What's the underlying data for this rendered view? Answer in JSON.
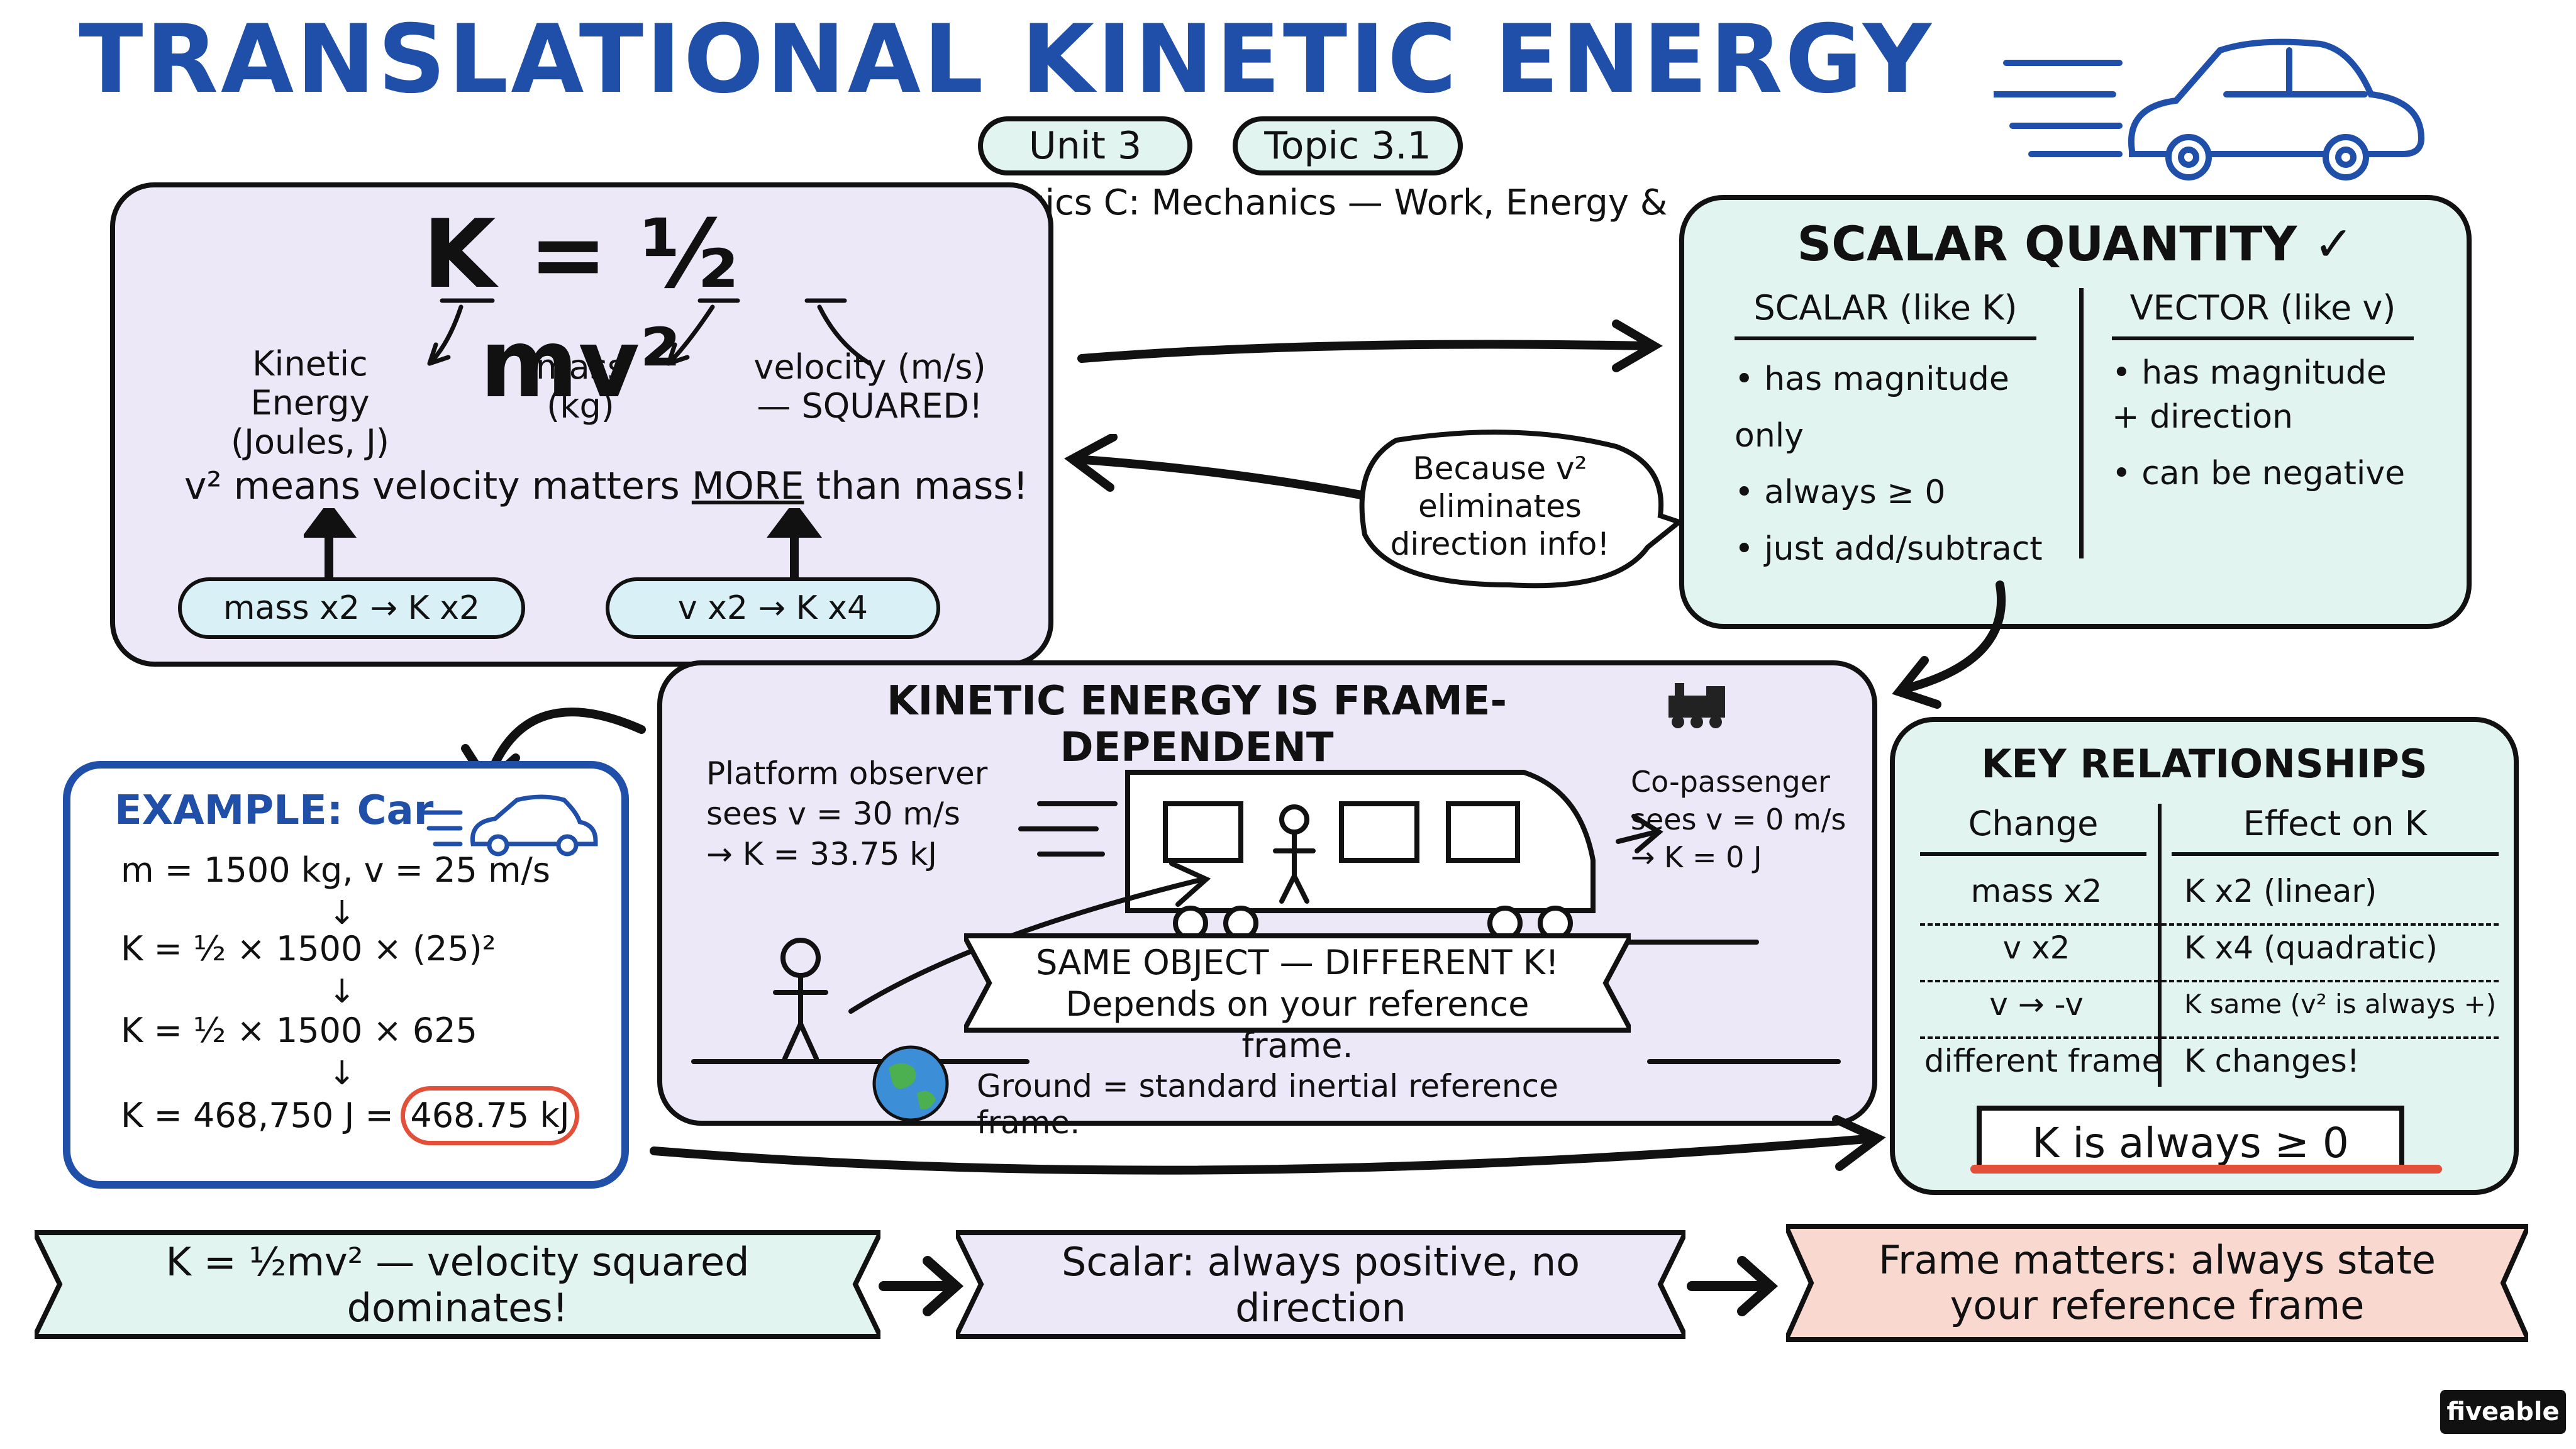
{
  "title": "TRANSLATIONAL KINETIC ENERGY",
  "unit": "Unit 3",
  "topic": "Topic 3.1",
  "subtitle": "AP Physics C: Mechanics — Work, Energy & Power",
  "formula": {
    "equation": "K = ½ mv²",
    "k_label": "Kinetic\nEnergy\n(Joules, J)",
    "m_label": "mass\n(kg)",
    "v_label": "velocity (m/s)\n— SQUARED!",
    "note_pre": "v² means velocity matters ",
    "note_em": "MORE",
    "note_post": " than mass!",
    "cloud1": "mass x2 → K x2",
    "cloud2": "v x2 → K x4"
  },
  "speech": "Because v²\neliminates\ndirection info!",
  "scalar": {
    "heading": "SCALAR QUANTITY ✓",
    "col1_title": "SCALAR (like K)",
    "col1_items": [
      "• has magnitude only",
      "• always ≥ 0",
      "• just add/subtract"
    ],
    "col2_title": "VECTOR (like v)",
    "col2_items": [
      "• has magnitude\n   + direction",
      "• can be negative"
    ]
  },
  "frame": {
    "heading": "KINETIC ENERGY IS FRAME-DEPENDENT",
    "platform": "Platform observer\nsees v = 30 m/s\n→ K = 33.75 kJ",
    "passenger": "Co-passenger\nsees v = 0 m/s\n→ K = 0 J",
    "banner": "SAME OBJECT — DIFFERENT K!\nDepends on your reference frame.",
    "ground": "Ground = standard inertial reference frame."
  },
  "example": {
    "heading": "EXAMPLE: Car",
    "given": "m = 1500 kg, v = 25 m/s",
    "step1": "K = ½ × 1500 × (25)²",
    "step2": "K = ½ × 1500 × 625",
    "step3": "K = 468,750 J =",
    "result": "468.75 kJ",
    "down_arrow": "↓"
  },
  "key": {
    "heading": "KEY RELATIONSHIPS",
    "col_change": "Change",
    "col_effect": "Effect on K",
    "rows": [
      {
        "change": "mass x2",
        "effect": "K x2 (linear)"
      },
      {
        "change": "v x2",
        "effect": "K x4 (quadratic)"
      },
      {
        "change": "v → -v",
        "effect": "K same (v² is always +)"
      },
      {
        "change": "different frame",
        "effect": "K changes!"
      }
    ],
    "summary": "K is always ≥ 0"
  },
  "bottom": {
    "b1": "K = ½mv² — velocity squared dominates!",
    "b2": "Scalar: always positive, no direction",
    "b3": "Frame matters: always state\nyour reference frame"
  },
  "brand": "fiveable",
  "colors": {
    "title": "#1f4fa8",
    "lavender": "#ece8f8",
    "mint": "#e1f4ef",
    "salmon": "#f9d8d0",
    "red": "#e2503a"
  }
}
